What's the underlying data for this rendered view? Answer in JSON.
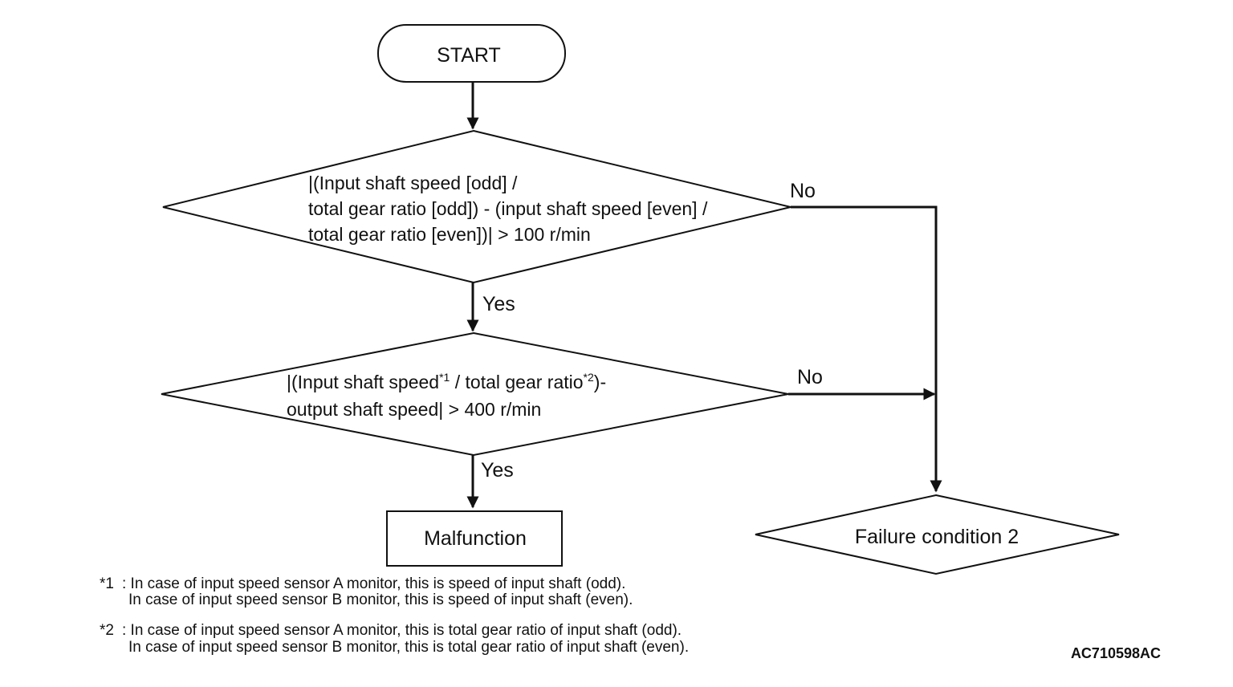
{
  "flow": {
    "start": "START",
    "decision1": {
      "line1": "|(Input shaft speed [odd] /",
      "line2": "total gear ratio [odd]) - (input shaft speed [even] /",
      "line3": "total gear ratio [even])| > 100 r/min",
      "yes": "Yes",
      "no": "No"
    },
    "decision2": {
      "line1_a": "|(Input shaft speed",
      "line1_sup1": "*1",
      "line1_b": " / total gear ratio",
      "line1_sup2": "*2",
      "line1_c": ")-",
      "line2": "output shaft speed| > 400 r/min",
      "yes": "Yes",
      "no": "No"
    },
    "malfunction": "Malfunction",
    "failure": "Failure condition 2"
  },
  "notes": [
    {
      "mark": "*1",
      "line1": ": In case of input speed sensor A monitor, this is speed of input shaft (odd).",
      "line2": "In case of input speed sensor B monitor, this is speed of input shaft (even)."
    },
    {
      "mark": "*2",
      "line1": ": In case of input speed sensor A monitor, this is total gear ratio of input shaft (odd).",
      "line2": "In case of input speed sensor B monitor, this is total gear ratio of input shaft (even)."
    }
  ],
  "figure_code": "AC710598AC"
}
